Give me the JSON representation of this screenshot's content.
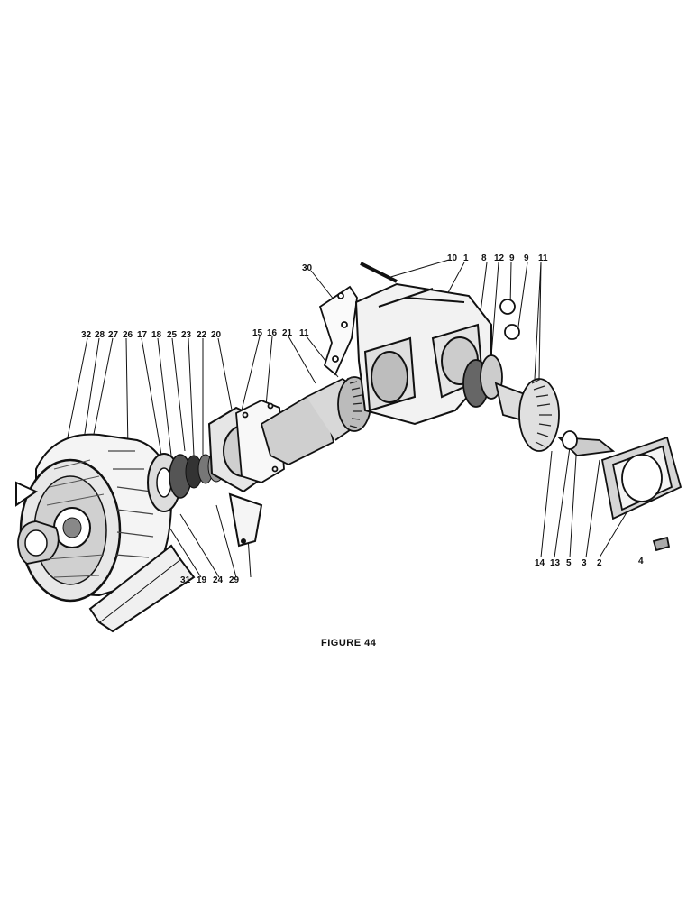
{
  "figure": {
    "caption": "FIGURE 44"
  },
  "callouts": {
    "top_right": [
      "10",
      "1",
      "8",
      "12",
      "9",
      "9",
      "11"
    ],
    "top_mid": [
      "30"
    ],
    "top_left": [
      "32",
      "28",
      "27",
      "26",
      "17",
      "18",
      "25",
      "23",
      "22",
      "20",
      "15",
      "16",
      "21",
      "11"
    ],
    "bottom_left": [
      "31",
      "19",
      "24",
      "29"
    ],
    "bottom_right": [
      "14",
      "13",
      "5",
      "3",
      "2",
      "4"
    ]
  }
}
